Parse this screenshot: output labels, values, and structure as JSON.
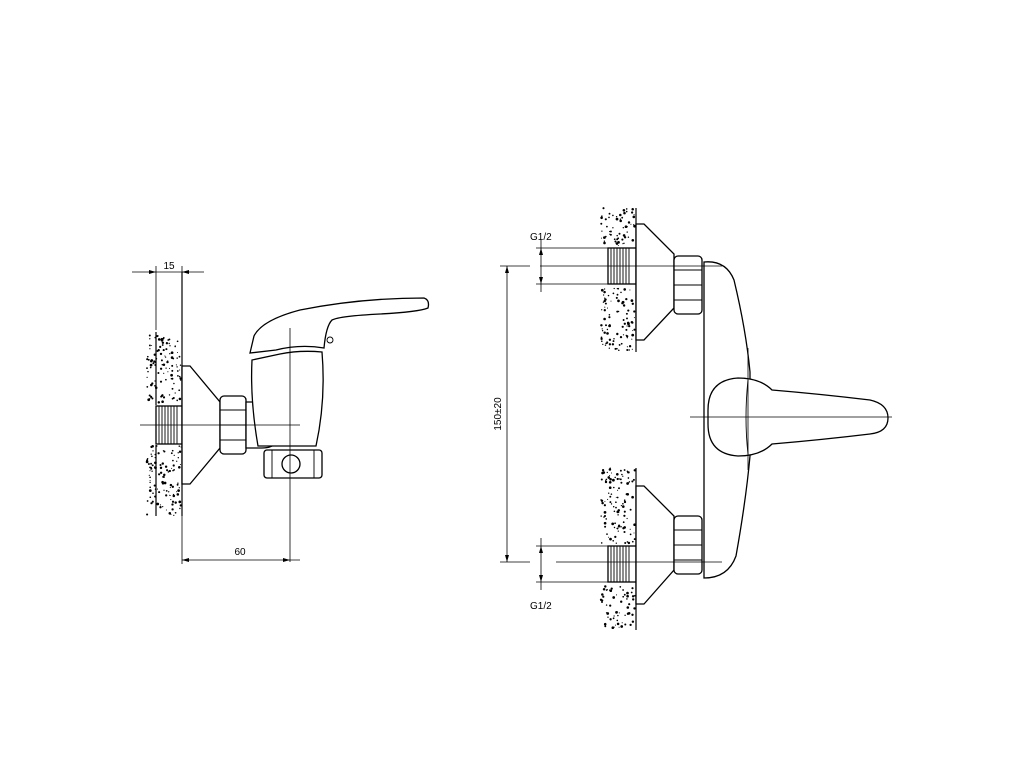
{
  "side_view": {
    "dim_wall_thickness": "15",
    "dim_projection": "60"
  },
  "front_view": {
    "thread_top": "G1/2",
    "thread_bottom": "G1/2",
    "dim_spacing": "150±20"
  }
}
